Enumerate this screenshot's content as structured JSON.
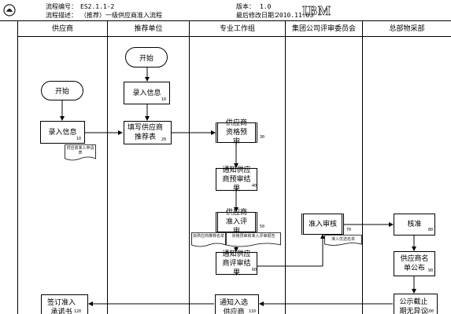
{
  "header": {
    "process_no_label": "流程编号：",
    "process_no_value": "ES2.1.1-2",
    "process_desc_label": "流程描述：",
    "process_desc_value": "（推荐）一级供应商准入流程",
    "version_label": "版本：",
    "version_value": "1.0",
    "modified_label": "最后修改日期：",
    "modified_value": "2010.11.03",
    "logo_text": "IBM"
  },
  "lanes": [
    {
      "title": "供应商"
    },
    {
      "title": "推荐单位"
    },
    {
      "title": "专业工作组"
    },
    {
      "title": "集团公司评审委员会"
    },
    {
      "title": "总部物采部"
    }
  ],
  "nodes": {
    "start_supplier": {
      "label": "开始"
    },
    "start_recommender": {
      "label": "开始"
    },
    "enter_info_recommender": {
      "label": "录入信息",
      "num": "10"
    },
    "enter_info_supplier": {
      "label": "录入信息",
      "num": "10"
    },
    "fill_recommend_form": {
      "label": "填写供应商推荐表",
      "num": "20"
    },
    "supplier_prequal": {
      "label": "供应商资格预审",
      "num": "30"
    },
    "notify_prequal_result": {
      "label": "通知供应商预审结果",
      "num": "40"
    },
    "supplier_admission_review": {
      "label": "供应商准入评审",
      "num": "50"
    },
    "notify_review_result": {
      "label": "通知供应商评审结果",
      "num": "60"
    },
    "admission_audit": {
      "label": "准入审核",
      "num": "70"
    },
    "approve": {
      "label": "核准",
      "num": "80"
    },
    "publish_list": {
      "label": "供应商名单公布",
      "num": "90"
    },
    "deadline_no_objection": {
      "label": "公示截止期无异议",
      "num": "100"
    },
    "notify_selected": {
      "label": "通知入选供应商",
      "num": "110"
    },
    "sign_commitment": {
      "label": "签订准入承诺书",
      "num": "120"
    }
  },
  "docs": {
    "supplier_application": "供应商准入申请表",
    "recommend_list": "拟供应商推荐名单",
    "qualification_report": "资格预审和准入评审报告",
    "preferred_list": "准入优选名单"
  }
}
